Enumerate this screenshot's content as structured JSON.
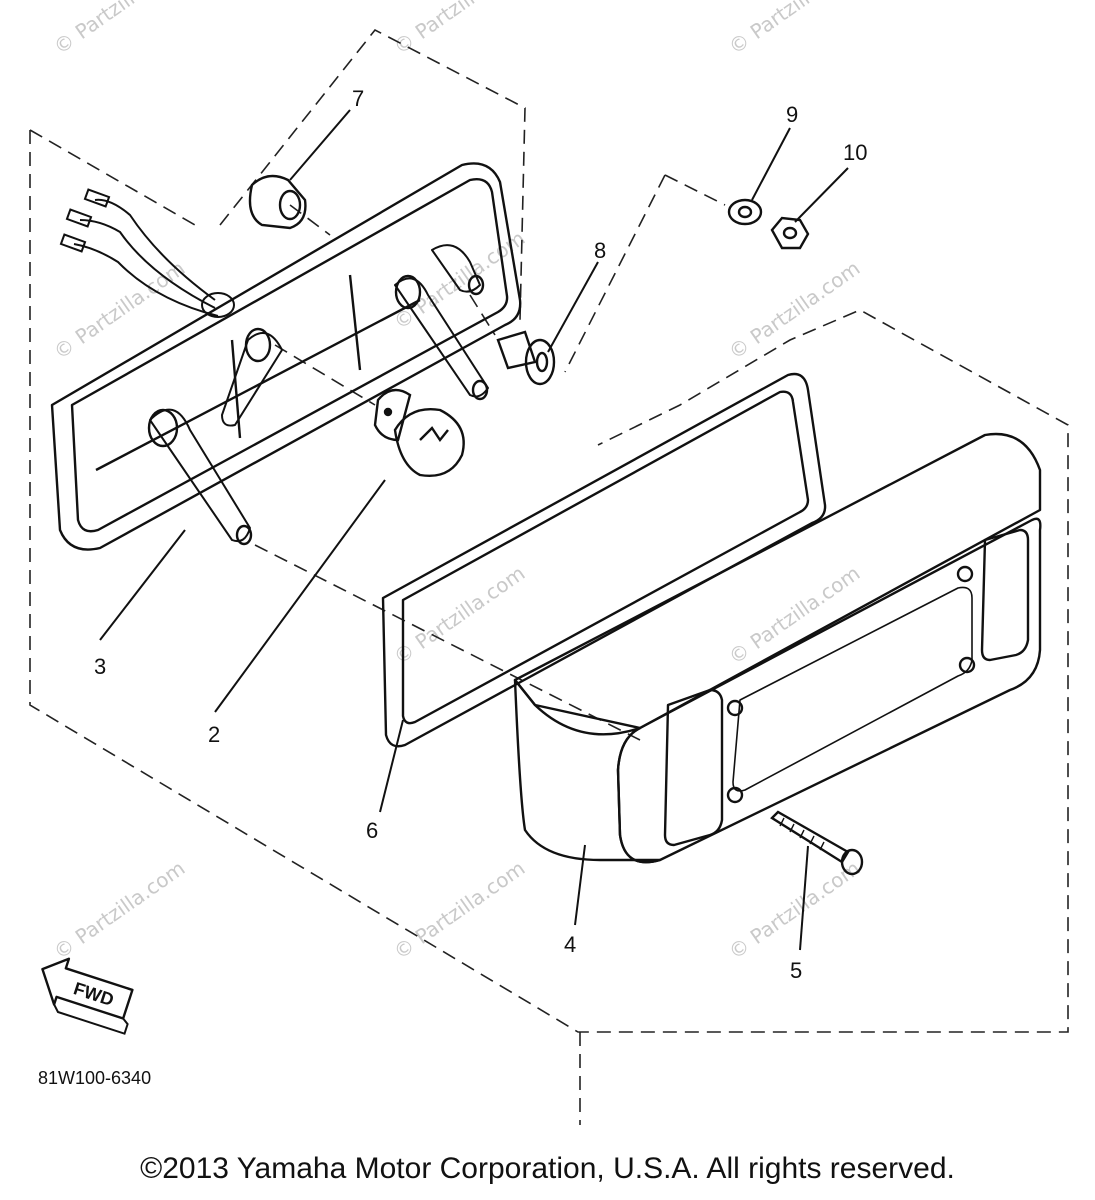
{
  "callouts": {
    "c1": "2",
    "c2": "3",
    "c3": "4",
    "c4": "5",
    "c5": "6",
    "c6": "7",
    "c7": "8",
    "c8": "9",
    "c9": "10"
  },
  "direction_label": "FWD",
  "diagram_id": "81W100-6340",
  "watermark": "© Partzilla.com",
  "copyright": "©2013 Yamaha Motor Corporation, U.S.A. All rights reserved."
}
